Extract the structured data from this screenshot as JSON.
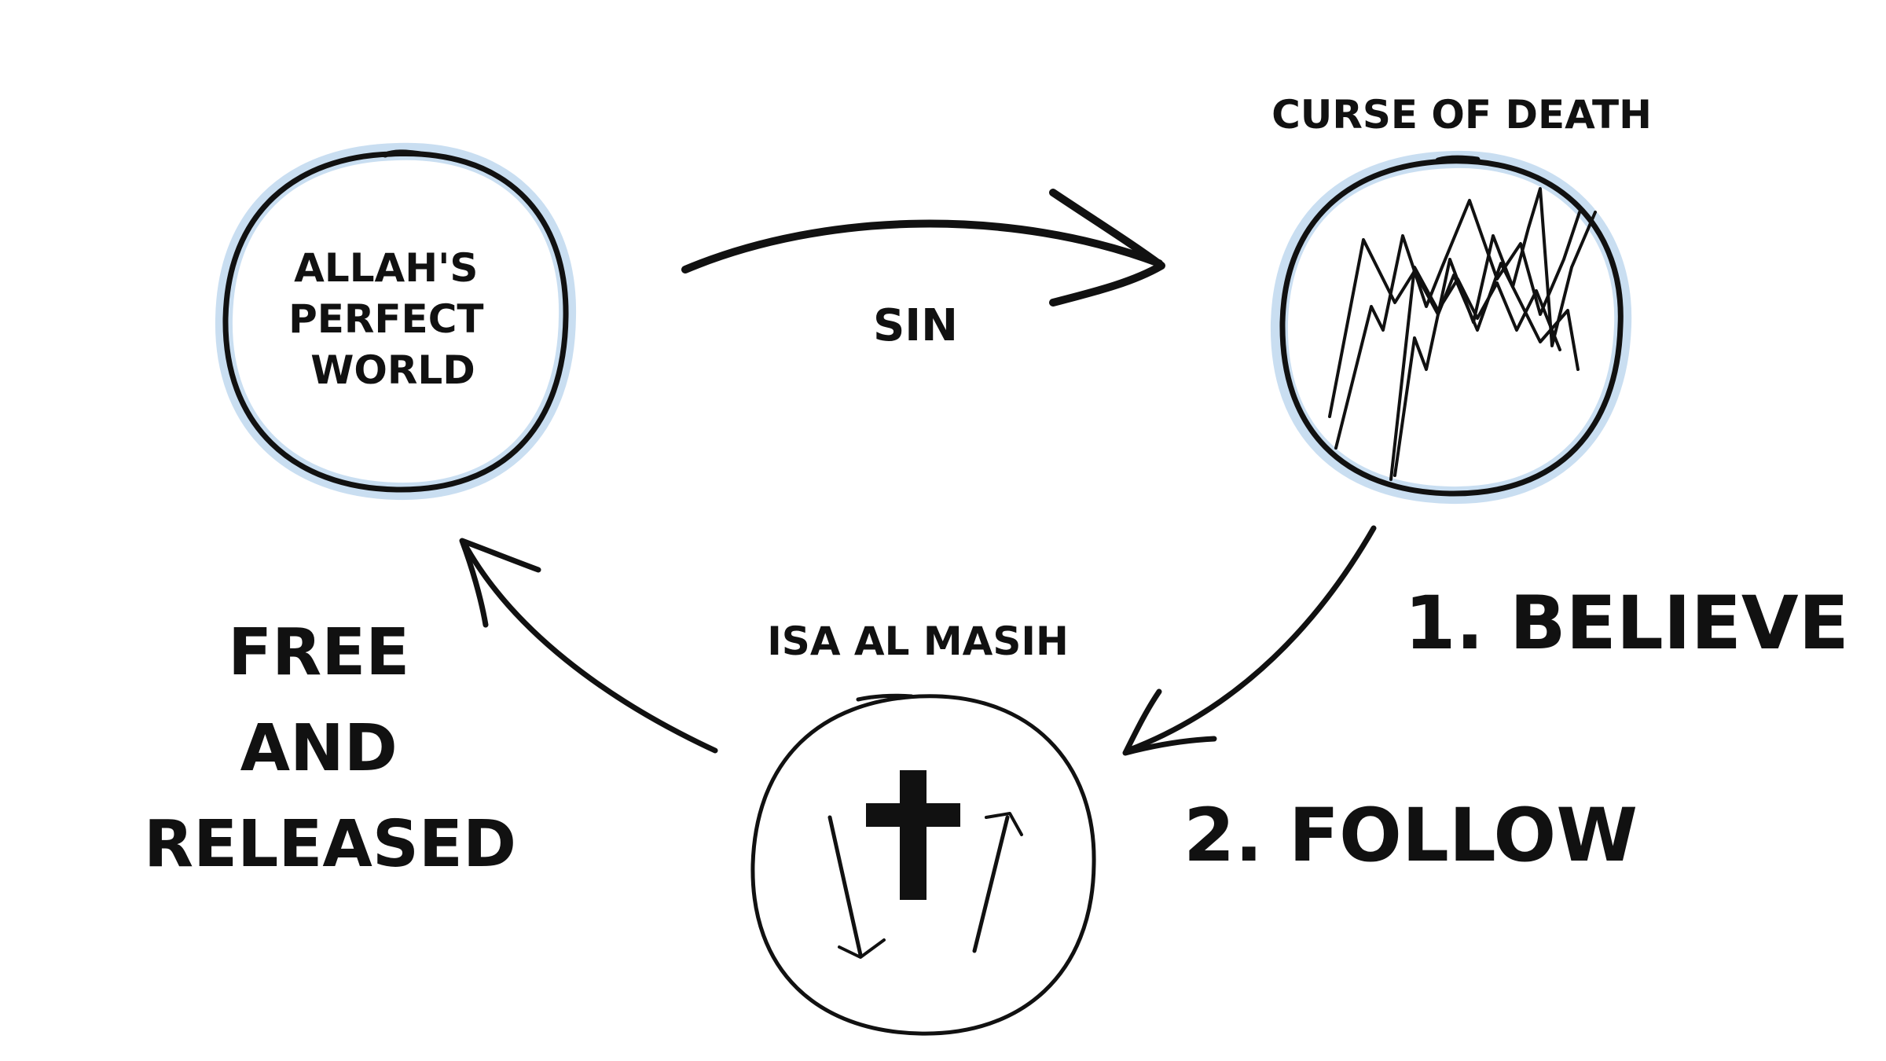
{
  "colors": {
    "ink": "#111111",
    "glow": "#9cc3e6",
    "faint_ink": "#888888",
    "background": "#ffffff"
  },
  "nodes": {
    "perfect_world": {
      "lines": [
        "ALLAH'S",
        "PERFECT",
        "WORLD"
      ]
    },
    "curse_of_death": {
      "title": "CURSE OF DEATH",
      "icon": "zigzag-lines-icon"
    },
    "isa_al_masih": {
      "title": "ISA AL MASIH",
      "icon": "cross-icon"
    }
  },
  "edges": {
    "sin": {
      "label": "SIN"
    },
    "free": {
      "lines": [
        "FREE",
        "AND",
        "RELEASED"
      ]
    }
  },
  "steps": [
    {
      "label": "1. BELIEVE"
    },
    {
      "label": "2. FOLLOW"
    }
  ]
}
